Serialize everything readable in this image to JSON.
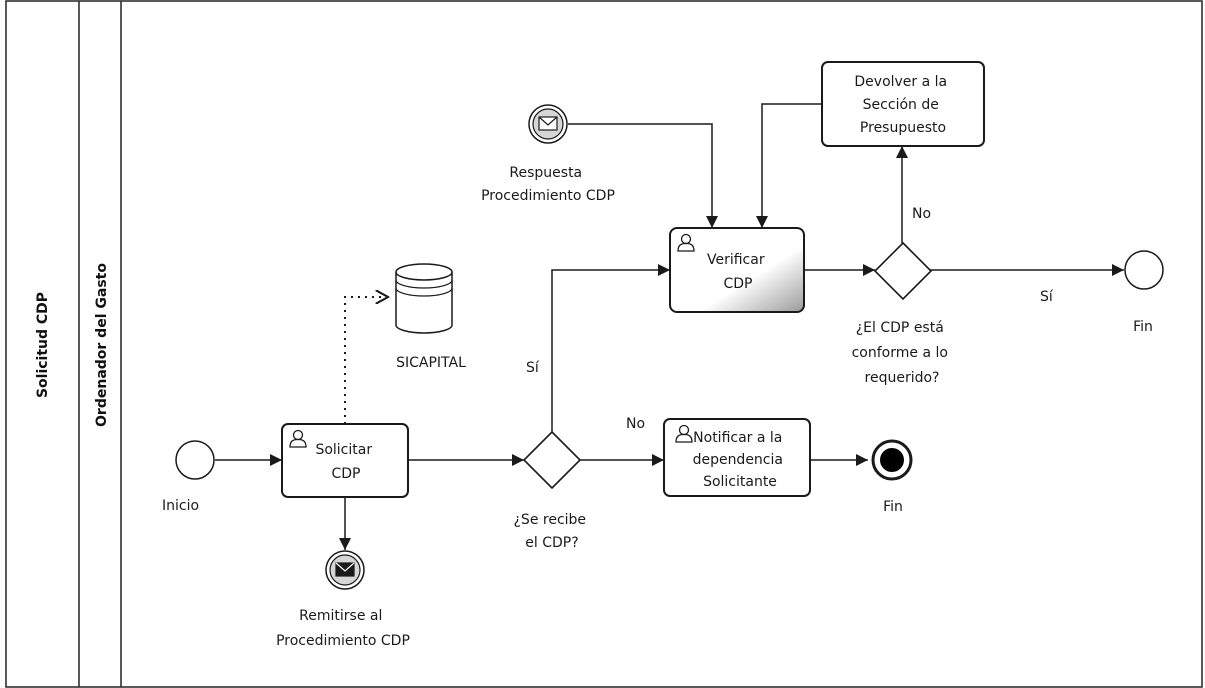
{
  "pool": {
    "label": "Solicitud CDP"
  },
  "lane": {
    "label": "Ordenador del Gasto"
  },
  "events": {
    "start": {
      "label": "Inicio"
    },
    "end_main": {
      "label": "Fin"
    },
    "end_notify": {
      "label": "Fin"
    },
    "msg_response": {
      "label_lines": [
        "Respuesta",
        "Procedimiento CDP"
      ]
    },
    "msg_send": {
      "label_lines": [
        "Remitirse al",
        "Procedimiento CDP"
      ]
    }
  },
  "tasks": {
    "solicitar": {
      "label_lines": [
        "Solicitar",
        "CDP"
      ]
    },
    "verificar": {
      "label_lines": [
        "Verificar",
        "CDP"
      ]
    },
    "notificar": {
      "label_lines": [
        "Notificar a la",
        "dependencia",
        "Solicitante"
      ]
    },
    "devolver": {
      "label_lines": [
        "Devolver a la",
        "Sección de",
        "Presupuesto"
      ]
    }
  },
  "gateways": {
    "recibe": {
      "label_lines": [
        "¿Se recibe",
        "el CDP?"
      ]
    },
    "conforme": {
      "label_lines": [
        "¿El CDP está",
        "conforme a lo",
        "requerido?"
      ]
    }
  },
  "datastore": {
    "label": "SICAPITAL"
  },
  "flow_labels": {
    "recibe_yes": "Sí",
    "recibe_no": "No",
    "conforme_yes": "Sí",
    "conforme_no": "No"
  },
  "icons": {
    "task_icon": "user-task-icon",
    "message_icon": "envelope-icon",
    "datastore_icon": "database-icon"
  },
  "colors": {
    "stroke": "#1a1a1a",
    "end_fill": "#000000",
    "background": "#ffffff"
  }
}
